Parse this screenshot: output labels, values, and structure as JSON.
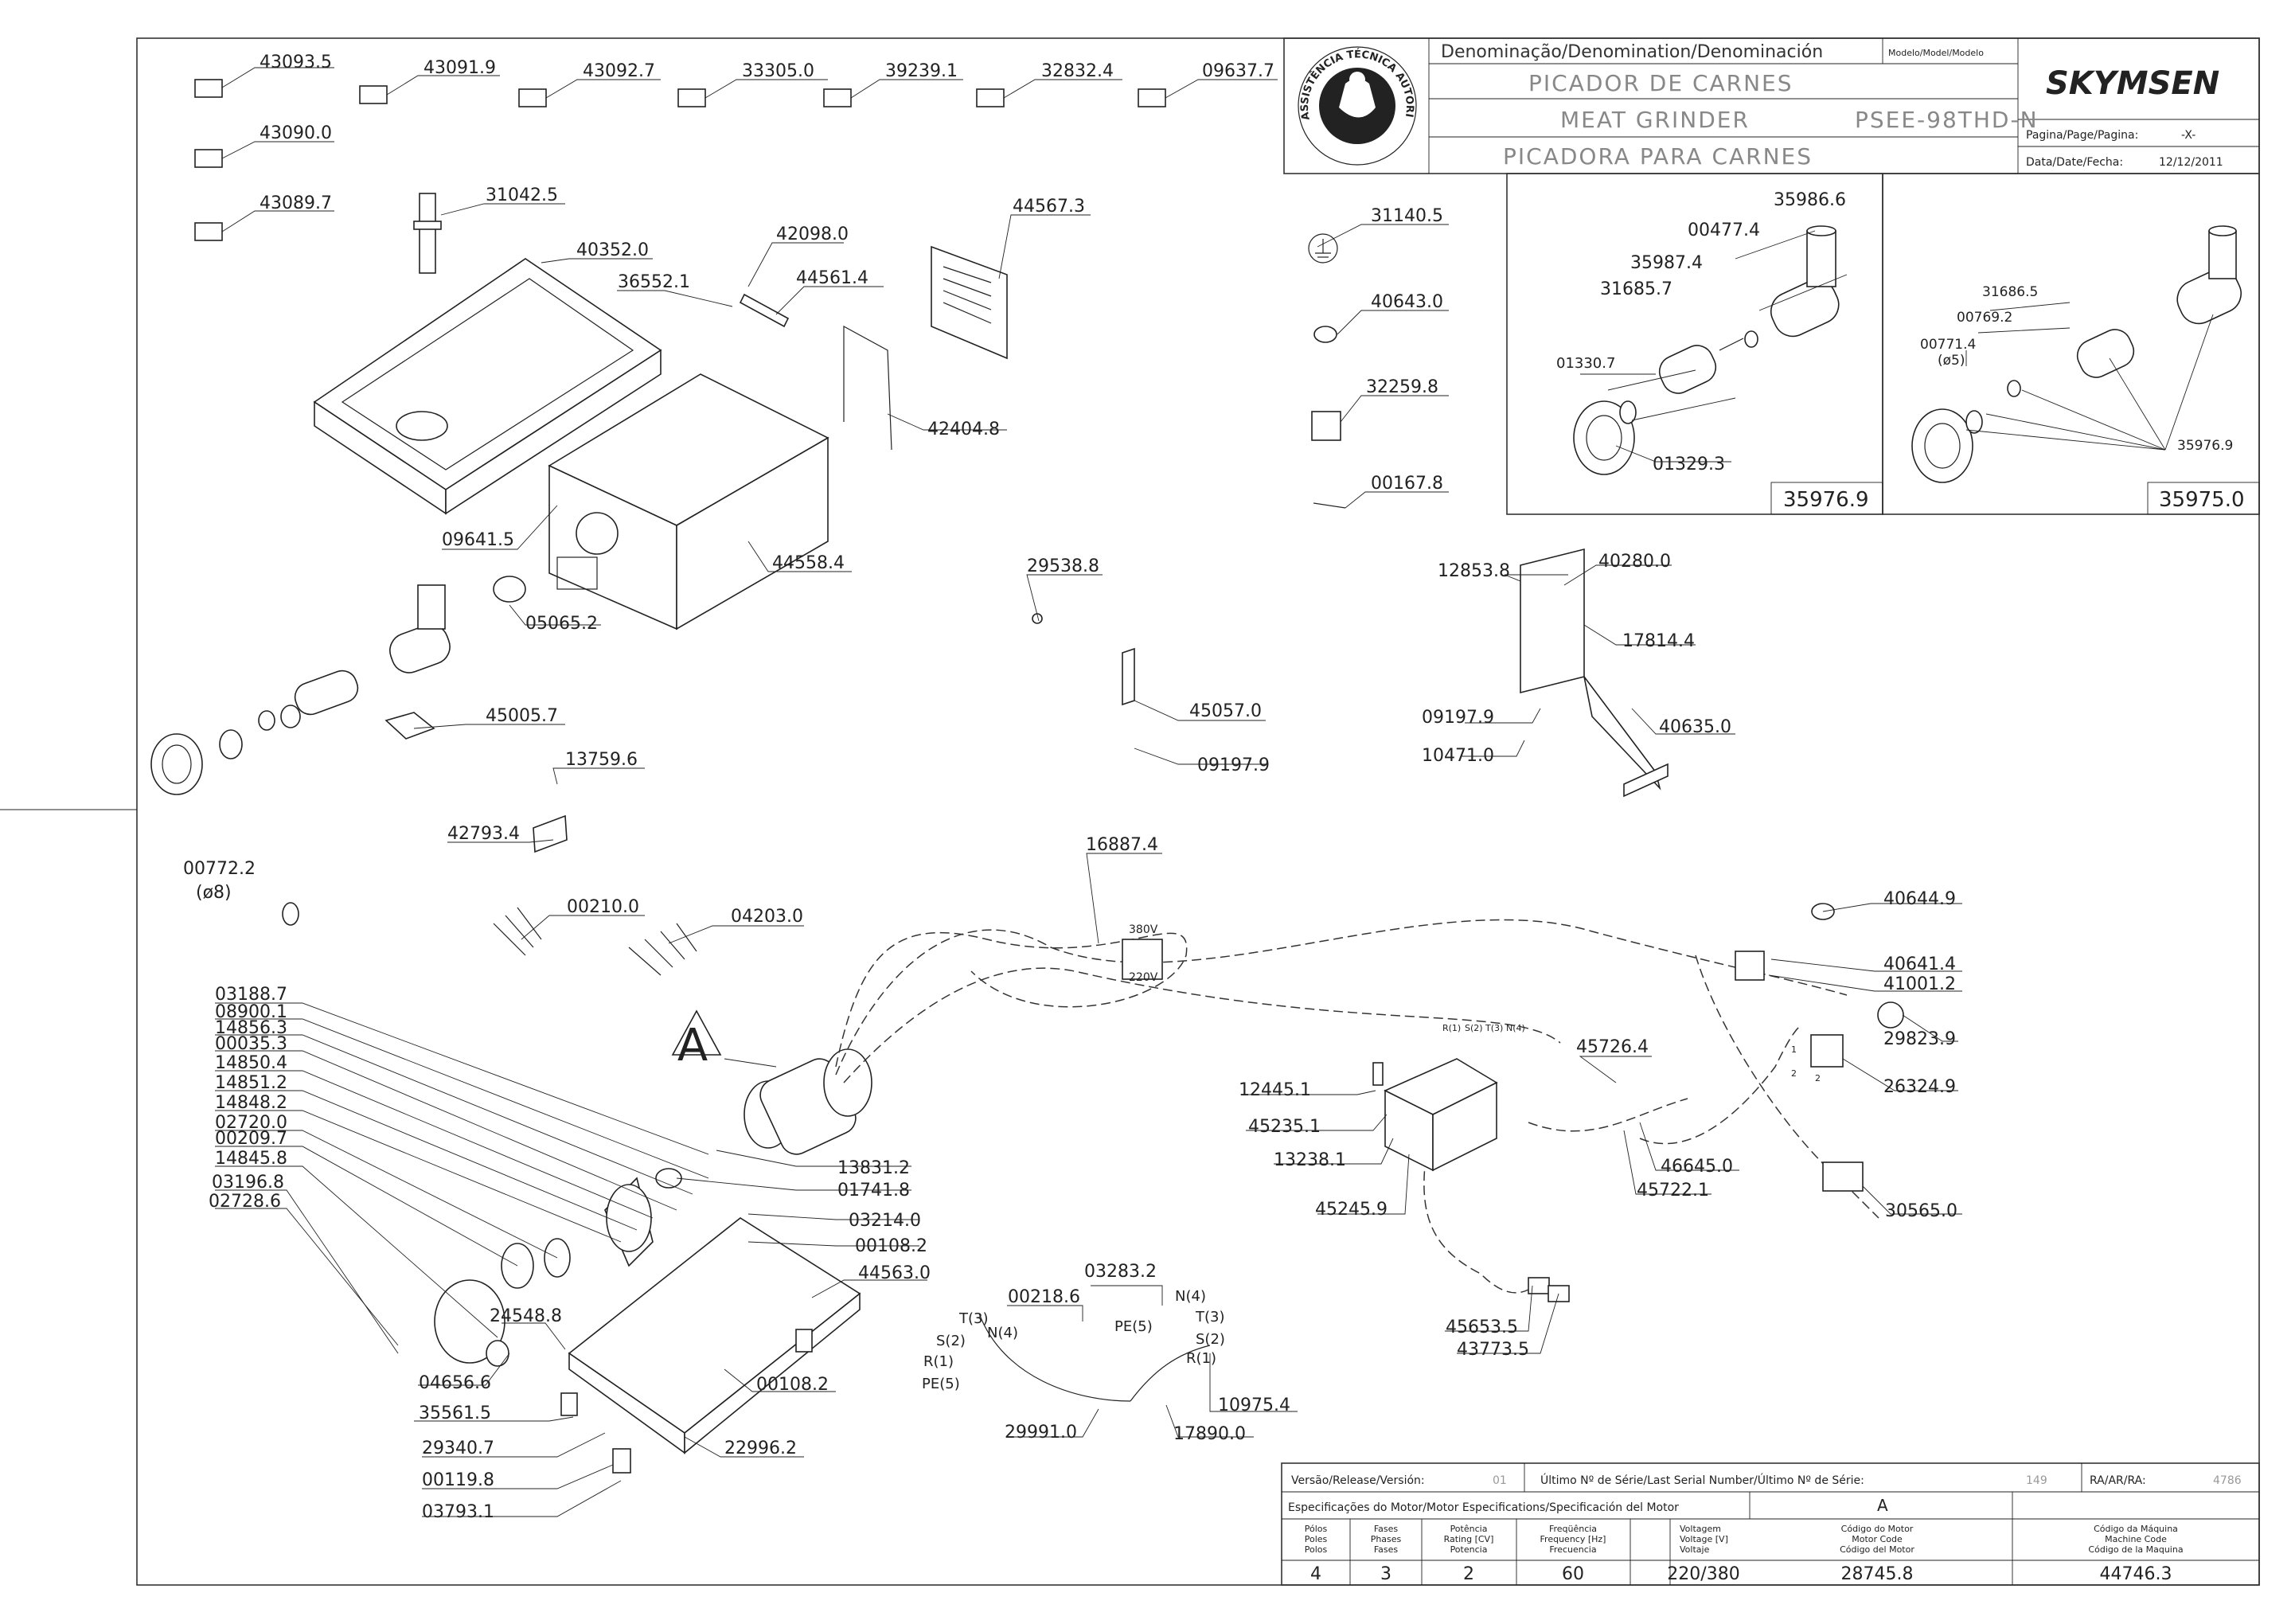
{
  "title_block": {
    "denomination_header": "Denominação/Denomination/Denominación",
    "model_header": "Modelo/Model/Modelo",
    "name_pt": "PICADOR DE CARNES",
    "name_en": "MEAT GRINDER",
    "name_es": "PICADORA PARA CARNES",
    "model": "PSEE-98THD-N",
    "brand": "SKYMSEN",
    "page_label": "Pagina/Page/Pagina:",
    "page_value": "-X-",
    "date_label": "Data/Date/Fecha:",
    "date_value": "12/12/2011",
    "seal_text": "ASSISTÊNCIA TÉCNICA AUTORIZADA"
  },
  "detail_views": [
    {
      "code": "35976.9",
      "labels": [
        "35986.6",
        "00477.4",
        "35987.4",
        "31685.7",
        "01330.7",
        "01329.3"
      ]
    },
    {
      "code": "35975.0",
      "labels": [
        "31686.5",
        "00769.2",
        "00771.4",
        "(ø5)",
        "35976.9"
      ]
    }
  ],
  "view_marker": "A",
  "part_numbers": {
    "p43093_5": "43093.5",
    "p43091_9": "43091.9",
    "p43092_7": "43092.7",
    "p33305_0": "33305.0",
    "p39239_1": "39239.1",
    "p32832_4": "32832.4",
    "p09637_7": "09637.7",
    "p43090_0": "43090.0",
    "p43089_7": "43089.7",
    "p31042_5": "31042.5",
    "p40352_0": "40352.0",
    "p42098_0": "42098.0",
    "p36552_1": "36552.1",
    "p44561_4": "44561.4",
    "p44567_3": "44567.3",
    "p42404_8": "42404.8",
    "p09641_5": "09641.5",
    "p44558_4": "44558.4",
    "p05065_2": "05065.2",
    "p45005_7": "45005.7",
    "p13759_6": "13759.6",
    "p42793_4": "42793.4",
    "p00772_2": "00772.2",
    "p00772_2_sub": "(ø8)",
    "p00210_0": "00210.0",
    "p04203_0": "04203.0",
    "p31140_5": "31140.5",
    "p40643_0": "40643.0",
    "p32259_8": "32259.8",
    "p00167_8": "00167.8",
    "p29538_8": "29538.8",
    "p45057_0": "45057.0",
    "p09197_9a": "09197.9",
    "p12853_8": "12853.8",
    "p40280_0": "40280.0",
    "p17814_4": "17814.4",
    "p09197_9b": "09197.9",
    "p40635_0": "40635.0",
    "p10471_0": "10471.0",
    "p16887_4": "16887.4",
    "p40644_9": "40644.9",
    "p40641_4": "40641.4",
    "p41001_2": "41001.2",
    "p29823_9": "29823.9",
    "p26324_9": "26324.9",
    "p30565_0": "30565.0",
    "p45726_4": "45726.4",
    "p46645_0": "46645.0",
    "p45722_1": "45722.1",
    "p12445_1": "12445.1",
    "p45235_1": "45235.1",
    "p13238_1": "13238.1",
    "p45245_9": "45245.9",
    "p45653_5": "45653.5",
    "p43773_5": "43773.5",
    "p03188_7": "03188.7",
    "p08900_1": "08900.1",
    "p14856_3": "14856.3",
    "p00035_3": "00035.3",
    "p14850_4": "14850.4",
    "p14851_2": "14851.2",
    "p14848_2": "14848.2",
    "p02720_0": "02720.0",
    "p00209_7": "00209.7",
    "p14845_8": "14845.8",
    "p03196_8": "03196.8",
    "p02728_6": "02728.6",
    "p13831_2": "13831.2",
    "p01741_8": "01741.8",
    "p03214_0": "03214.0",
    "p00108_2a": "00108.2",
    "p44563_0": "44563.0",
    "p24548_8": "24548.8",
    "p00108_2b": "00108.2",
    "p04656_6": "04656.6",
    "p35561_5": "35561.5",
    "p29340_7": "29340.7",
    "p22996_2": "22996.2",
    "p00119_8": "00119.8",
    "p03793_1": "03793.1",
    "p00218_6": "00218.6",
    "p03283_2": "03283.2",
    "p29991_0": "29991.0",
    "p17890_0": "17890.0",
    "p10975_4": "10975.4"
  },
  "wiring_labels": {
    "v380": "380V",
    "v220": "220V",
    "r1": "R(1)",
    "s2": "S(2)",
    "t3": "T(3)",
    "n4": "N(4)",
    "pe5": "PE(5)",
    "box_r1": "R(1)",
    "box_s2": "S(2)",
    "box_t3": "T(3)",
    "box_n4": "N(4)",
    "term_n4": "N(4)",
    "term_t3": "T(3)",
    "term_s2": "S(2)",
    "term_r1": "R(1)",
    "term_pe5": "PE(5)",
    "sw1": "1",
    "sw2": "2",
    "sw2b": "2"
  },
  "release_block": {
    "release_label": "Versão/Release/Versión:",
    "release_value": "01",
    "serial_label": "Último Nº de Série/Last Serial Number/Último Nº de Série:",
    "serial_value": "149",
    "ra_label": "RA/AR/RA:",
    "ra_value": "4786",
    "motor_spec_label": "Especificações do Motor/Motor Especifications/Specificación del Motor",
    "motor_view": "A",
    "columns": [
      {
        "lines": [
          "Pólos",
          "Poles",
          "Polos"
        ],
        "value": "4"
      },
      {
        "lines": [
          "Fases",
          "Phases",
          "Fases"
        ],
        "value": "3"
      },
      {
        "lines": [
          "Potência",
          "Rating [CV]",
          "Potencia"
        ],
        "value": "2"
      },
      {
        "lines": [
          "Freqüência",
          "Frequency [Hz]",
          "Frecuencia"
        ],
        "value": "60"
      },
      {
        "lines": [
          "Voltagem",
          "Voltage [V]",
          "Voltaje"
        ],
        "value": "220/380"
      },
      {
        "lines": [
          "Código do Motor",
          "Motor Code",
          "Código del Motor"
        ],
        "value": "28745.8"
      },
      {
        "lines": [
          "Código da Máquina",
          "Machine Code",
          "Código de la Maquina"
        ],
        "value": "44746.3"
      }
    ]
  }
}
